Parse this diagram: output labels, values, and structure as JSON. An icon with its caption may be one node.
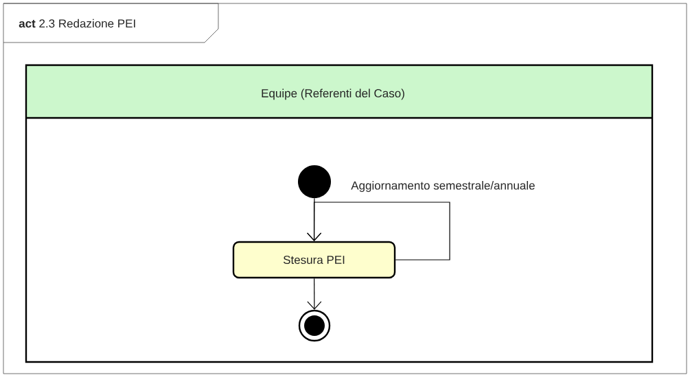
{
  "diagram": {
    "nodes": [
      {
        "text": [
          "**act** 2.3 Redazione PEI"
        ]
      },
      {
        "text": [
          "Equipe (Referenti del Caso)"
        ],
        "in": 0
      },
      {
        "text": [],
        "shape": "circle",
        "in": 1
      },
      {
        "text": [
          "Stesura PEI"
        ],
        "in": 1
      },
      {
        "text": [],
        "shape": "circle",
        "in": 1
      }
    ],
    "edges": [
      {
        "from": 2,
        "to": 3,
        "arrow": "to"
      },
      {
        "from": 3,
        "to": 3,
        "arrow": "to",
        "label": "Aggiornamento semestrale/annuale"
      },
      {
        "from": 3,
        "to": 4,
        "arrow": "to"
      }
    ]
  }
}
